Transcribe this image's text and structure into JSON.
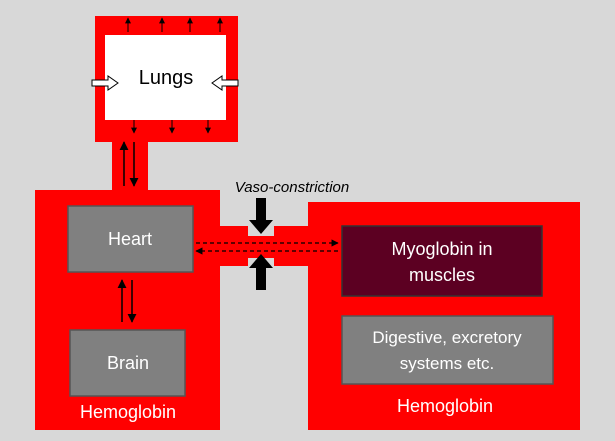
{
  "colors": {
    "background": "#d8d8d8",
    "vessel_red": "#ff0000",
    "organ_gray": "#808080",
    "myoglobin_box": "#5c0022",
    "lungs_box": "#ffffff",
    "text_light": "#ffffff",
    "text_dark": "#000000"
  },
  "diagram": {
    "lungs_label": "Lungs",
    "heart_label": "Heart",
    "brain_label": "Brain",
    "myoglobin_label_line1": "Myoglobin in",
    "myoglobin_label_line2": "muscles",
    "digestive_label_line1": "Digestive, excretory",
    "digestive_label_line2": "systems etc.",
    "left_hemoglobin_label": "Hemoglobin",
    "right_hemoglobin_label": "Hemoglobin",
    "vasoconstriction_label": "Vaso-constriction"
  }
}
